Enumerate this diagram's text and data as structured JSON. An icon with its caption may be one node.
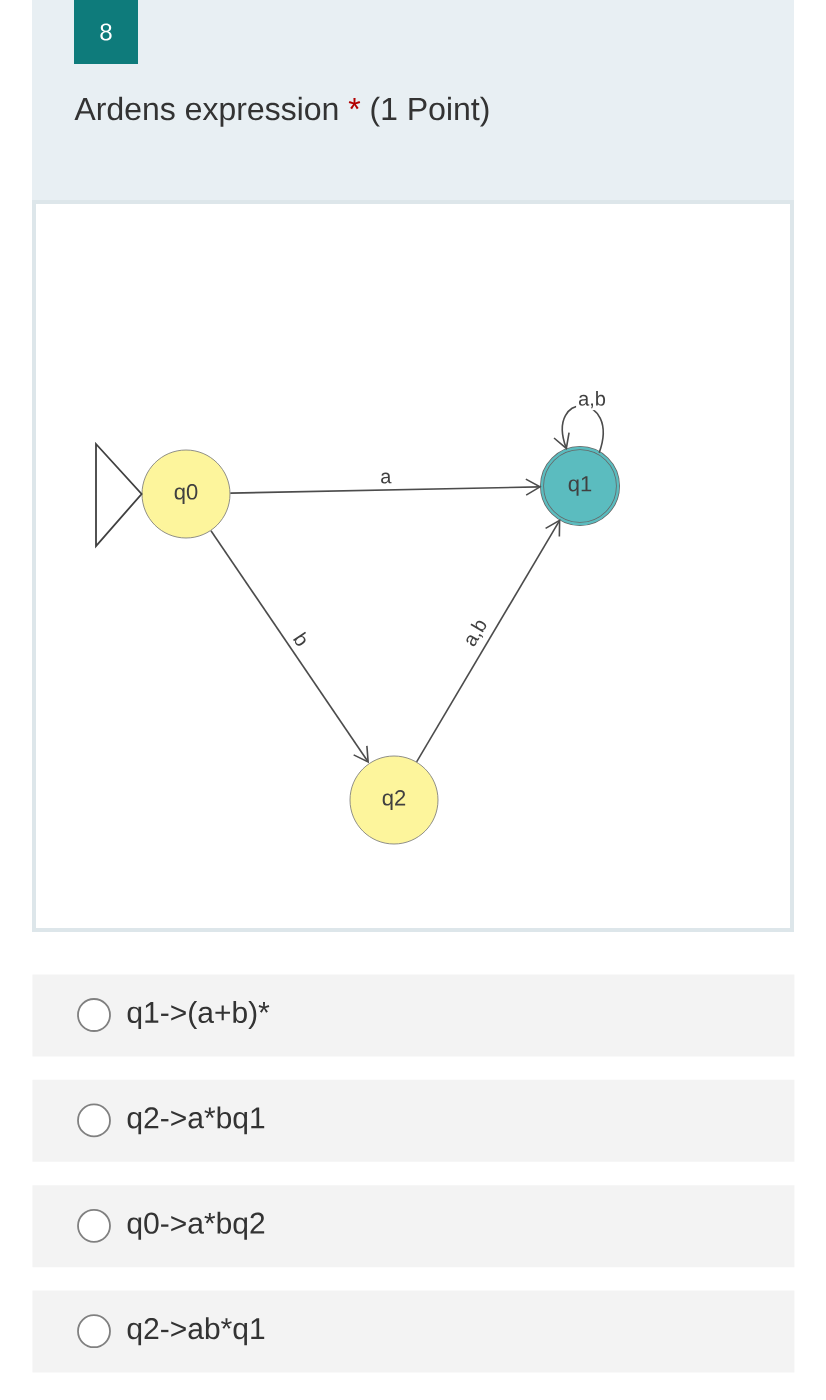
{
  "diagram": {
    "title": "Ardens expression",
    "nodes": [
      {
        "text": [
          "q0"
        ]
      },
      {
        "text": [
          "q1"
        ]
      },
      {
        "text": [
          "q2"
        ]
      },
      {
        "text": [
          "q1->(a+b)*"
        ]
      },
      {
        "text": [
          "q2->a*bq1"
        ]
      },
      {
        "text": [
          "q0->a*bq2"
        ]
      },
      {
        "text": [
          "q2->ab*q1"
        ]
      }
    ],
    "edges": [
      {
        "from": null,
        "to": 0,
        "arrow": "to"
      },
      {
        "from": 0,
        "to": 1,
        "arrow": "to",
        "label": "a"
      },
      {
        "from": 0,
        "to": 2,
        "arrow": "to",
        "label": "b"
      },
      {
        "from": 2,
        "to": 1,
        "arrow": "to",
        "label": "a,b"
      },
      {
        "from": 1,
        "to": 1,
        "arrow": "to",
        "label": "a,b"
      }
    ],
    "labels": [
      "8",
      "*",
      "(1 Point)"
    ]
  }
}
